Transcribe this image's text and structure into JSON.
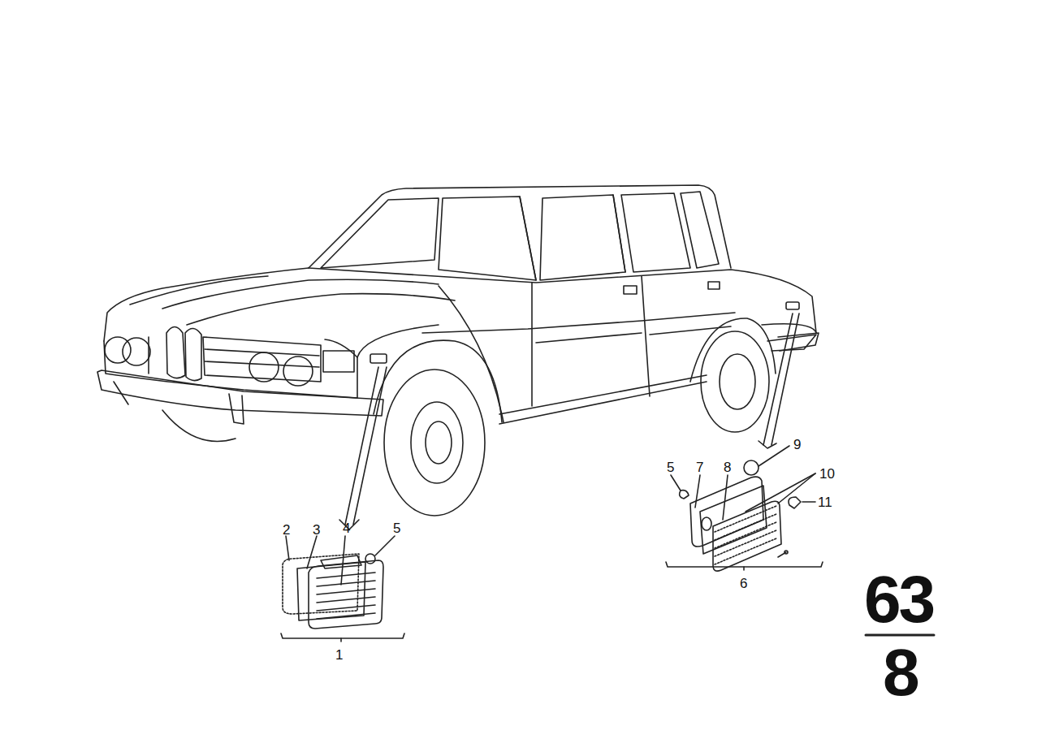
{
  "diagram": {
    "labels": [
      "2",
      "3",
      "4",
      "5",
      "1",
      "5",
      "7",
      "8",
      "9",
      "10",
      "11",
      "6",
      "63",
      "8"
    ]
  }
}
